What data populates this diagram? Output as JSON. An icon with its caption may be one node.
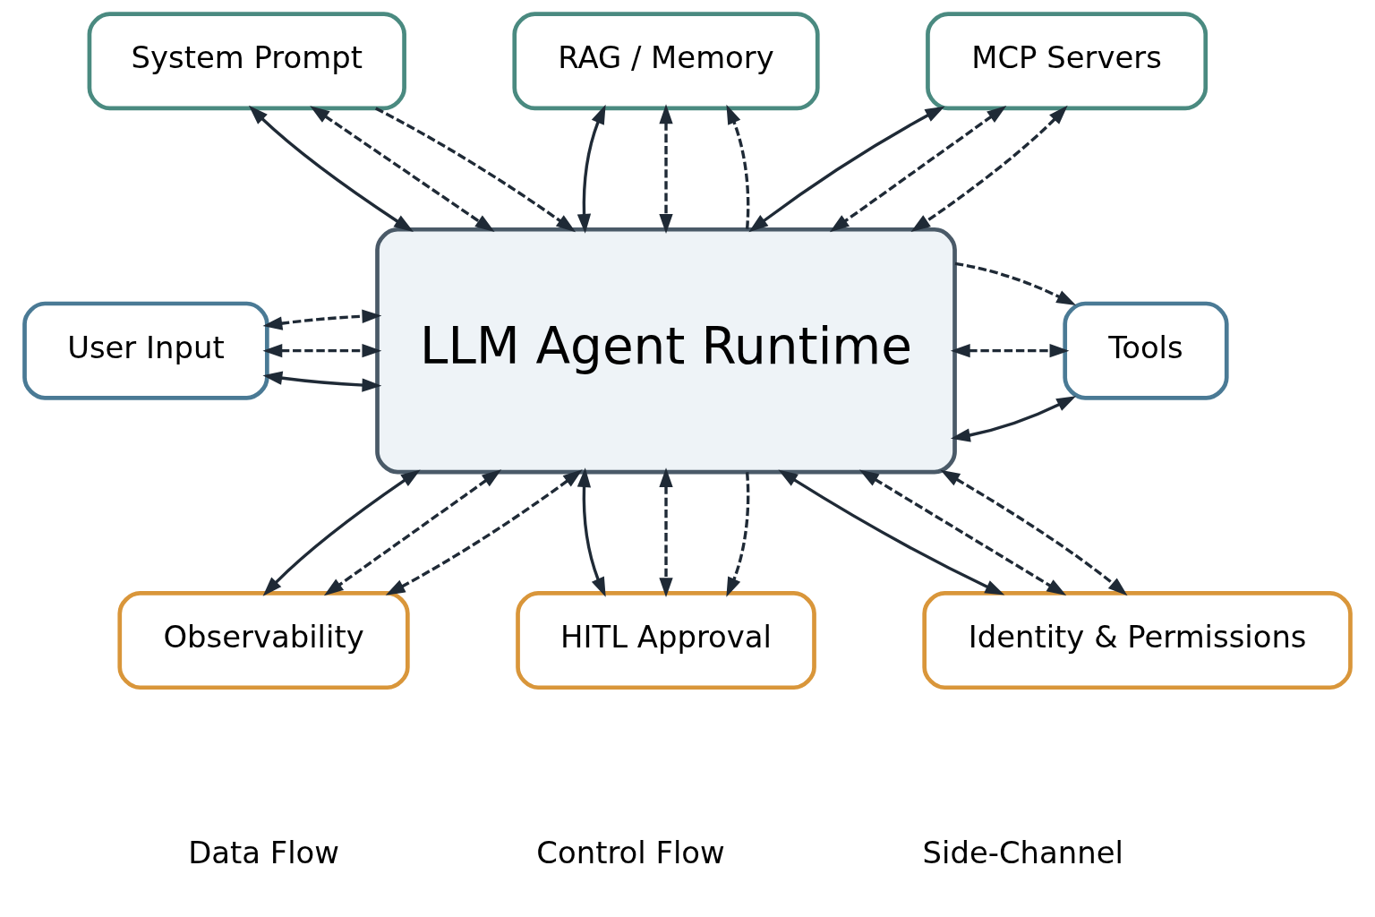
{
  "diagram": {
    "nodes": [
      {
        "text": [
          "System Prompt"
        ]
      },
      {
        "text": [
          "RAG / Memory"
        ]
      },
      {
        "text": [
          "MCP Servers"
        ]
      },
      {
        "text": [
          "User Input"
        ]
      },
      {
        "text": [
          "LLM Agent Runtime"
        ]
      },
      {
        "text": [
          "Tools"
        ]
      },
      {
        "text": [
          "Observability"
        ]
      },
      {
        "text": [
          "HITL Approval"
        ]
      },
      {
        "text": [
          "Identity & Permissions"
        ]
      }
    ],
    "edges": [
      {
        "from": 0,
        "to": 4,
        "arrow": "both"
      },
      {
        "from": 0,
        "to": 4,
        "arrow": "both",
        "style": "dashed"
      },
      {
        "from": 0,
        "to": 4,
        "arrow": "to",
        "style": "dashed"
      },
      {
        "from": 1,
        "to": 4,
        "arrow": "both"
      },
      {
        "from": 1,
        "to": 4,
        "arrow": "both",
        "style": "dashed"
      },
      {
        "from": 4,
        "to": 1,
        "arrow": "to",
        "style": "dashed"
      },
      {
        "from": 2,
        "to": 4,
        "arrow": "both"
      },
      {
        "from": 2,
        "to": 4,
        "arrow": "both",
        "style": "dashed"
      },
      {
        "from": 2,
        "to": 4,
        "arrow": "both",
        "style": "dashed"
      },
      {
        "from": 3,
        "to": 4,
        "arrow": "both"
      },
      {
        "from": 3,
        "to": 4,
        "arrow": "both",
        "style": "dashed"
      },
      {
        "from": 3,
        "to": 4,
        "arrow": "both",
        "style": "dashed"
      },
      {
        "from": 4,
        "to": 5,
        "arrow": "both"
      },
      {
        "from": 4,
        "to": 5,
        "arrow": "both",
        "style": "dashed"
      },
      {
        "from": 4,
        "to": 5,
        "arrow": "to",
        "style": "dashed"
      },
      {
        "from": 4,
        "to": 6,
        "arrow": "both"
      },
      {
        "from": 4,
        "to": 6,
        "arrow": "both",
        "style": "dashed"
      },
      {
        "from": 4,
        "to": 6,
        "arrow": "both",
        "style": "dashed"
      },
      {
        "from": 4,
        "to": 7,
        "arrow": "both"
      },
      {
        "from": 4,
        "to": 7,
        "arrow": "both",
        "style": "dashed"
      },
      {
        "from": 4,
        "to": 7,
        "arrow": "to",
        "style": "dashed"
      },
      {
        "from": 4,
        "to": 8,
        "arrow": "both"
      },
      {
        "from": 4,
        "to": 8,
        "arrow": "both",
        "style": "dashed"
      },
      {
        "from": 4,
        "to": 8,
        "arrow": "both",
        "style": "dashed"
      }
    ],
    "legend": [
      {
        "text": "Data Flow"
      },
      {
        "text": "Control Flow"
      },
      {
        "text": "Side-Channel"
      }
    ]
  }
}
